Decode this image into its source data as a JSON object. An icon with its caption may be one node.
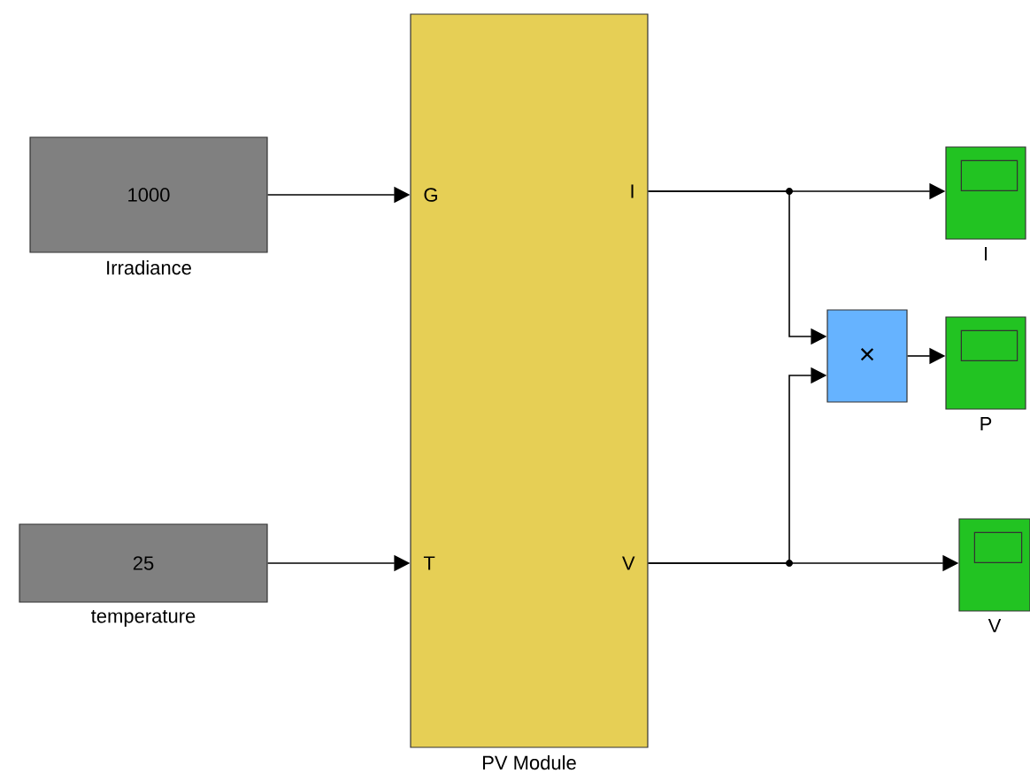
{
  "diagram": {
    "nodes": [
      {
        "text": [
          "1000"
        ],
        "beside": [
          "Irradiance"
        ]
      },
      {
        "text": [
          "25"
        ],
        "beside": [
          "temperature"
        ]
      },
      {
        "text": [
          "G",
          "T",
          "I",
          "V"
        ],
        "beside": [
          "PV Module"
        ]
      },
      {
        "text": [
          "×"
        ]
      },
      {
        "text": [],
        "shape": "box",
        "beside": [
          "I"
        ]
      },
      {
        "text": [],
        "shape": "box",
        "beside": [
          "P"
        ]
      },
      {
        "text": [],
        "shape": "box",
        "beside": [
          "V"
        ]
      }
    ],
    "edges": [
      {
        "from": 0,
        "to": 2,
        "arrow": "to"
      },
      {
        "from": 1,
        "to": 2,
        "arrow": "to"
      },
      {
        "from": 2,
        "to": 4,
        "arrow": "to"
      },
      {
        "from": 2,
        "to": 3,
        "arrow": "to"
      },
      {
        "from": 2,
        "to": 3,
        "arrow": "to"
      },
      {
        "from": 2,
        "to": 6,
        "arrow": "to"
      },
      {
        "from": 3,
        "to": 5,
        "arrow": "to"
      }
    ]
  }
}
